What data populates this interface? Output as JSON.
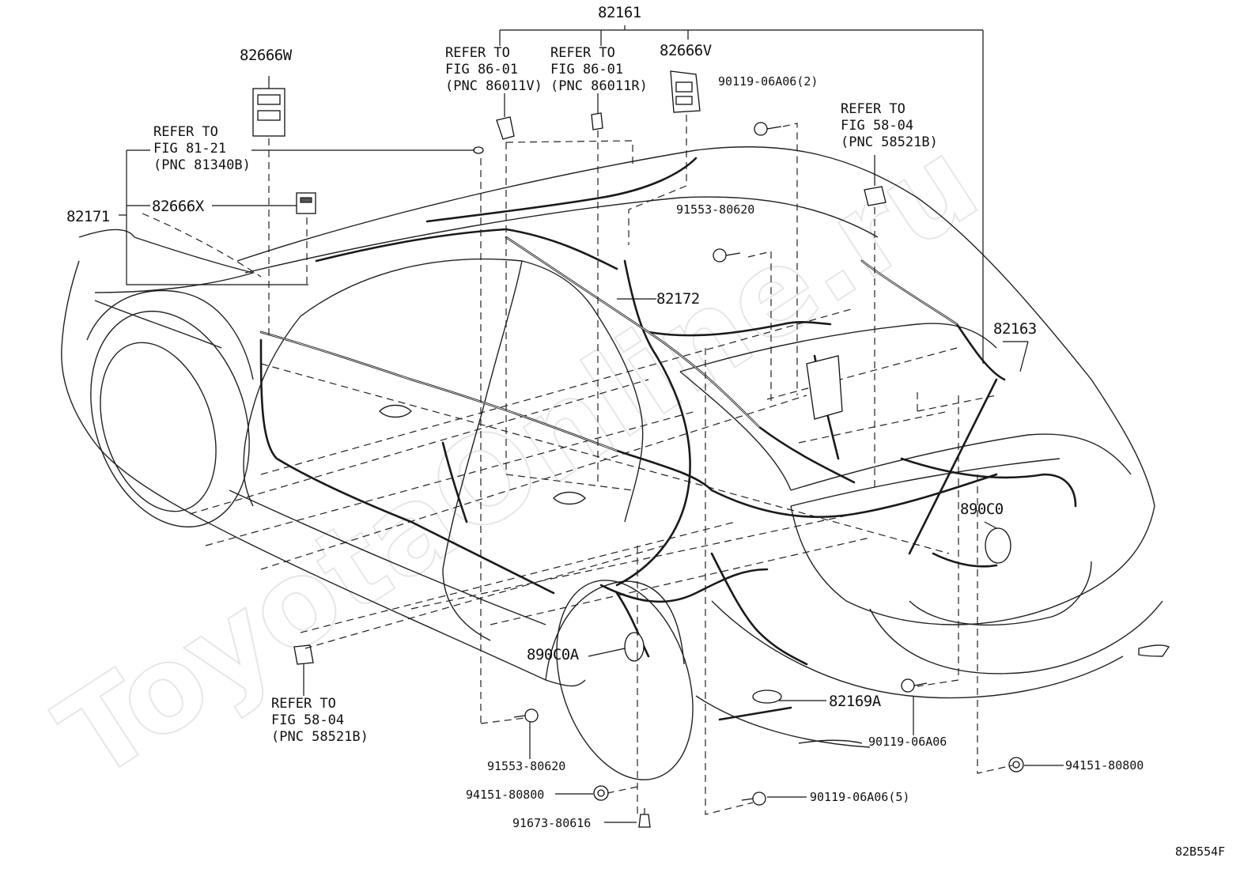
{
  "diagram_code": "82B554F",
  "watermark": "ToyotaOnline.ru",
  "parts": {
    "p82161": "82161",
    "p82666W": "82666W",
    "p82666V": "82666V",
    "p82666X": "82666X",
    "p82171": "82171",
    "p82172": "82172",
    "p82163": "82163",
    "p890C0": "890C0",
    "p890C0A": "890C0A",
    "p82169A": "82169A",
    "bolt_top": "90119-06A06(2)",
    "bolt_mid": "91553-80620",
    "bolt_low_left": "91553-80620",
    "bolt_right": "90119-06A06",
    "bolt_bottom": "90119-06A06(5)",
    "nut_left": "94151-80800",
    "nut_right": "94151-80800",
    "screw_bottom": "91673-80616"
  },
  "refers": {
    "fig86_v": [
      "REFER TO",
      "FIG 86-01",
      "(PNC 86011V)"
    ],
    "fig86_r": [
      "REFER TO",
      "FIG 86-01",
      "(PNC 86011R)"
    ],
    "fig81": [
      "REFER TO",
      "FIG 81-21",
      "(PNC 81340B)"
    ],
    "fig58_top": [
      "REFER TO",
      "FIG 58-04",
      "(PNC 58521B)"
    ],
    "fig58_bottom": [
      "REFER TO",
      "FIG 58-04",
      "(PNC 58521B)"
    ]
  }
}
